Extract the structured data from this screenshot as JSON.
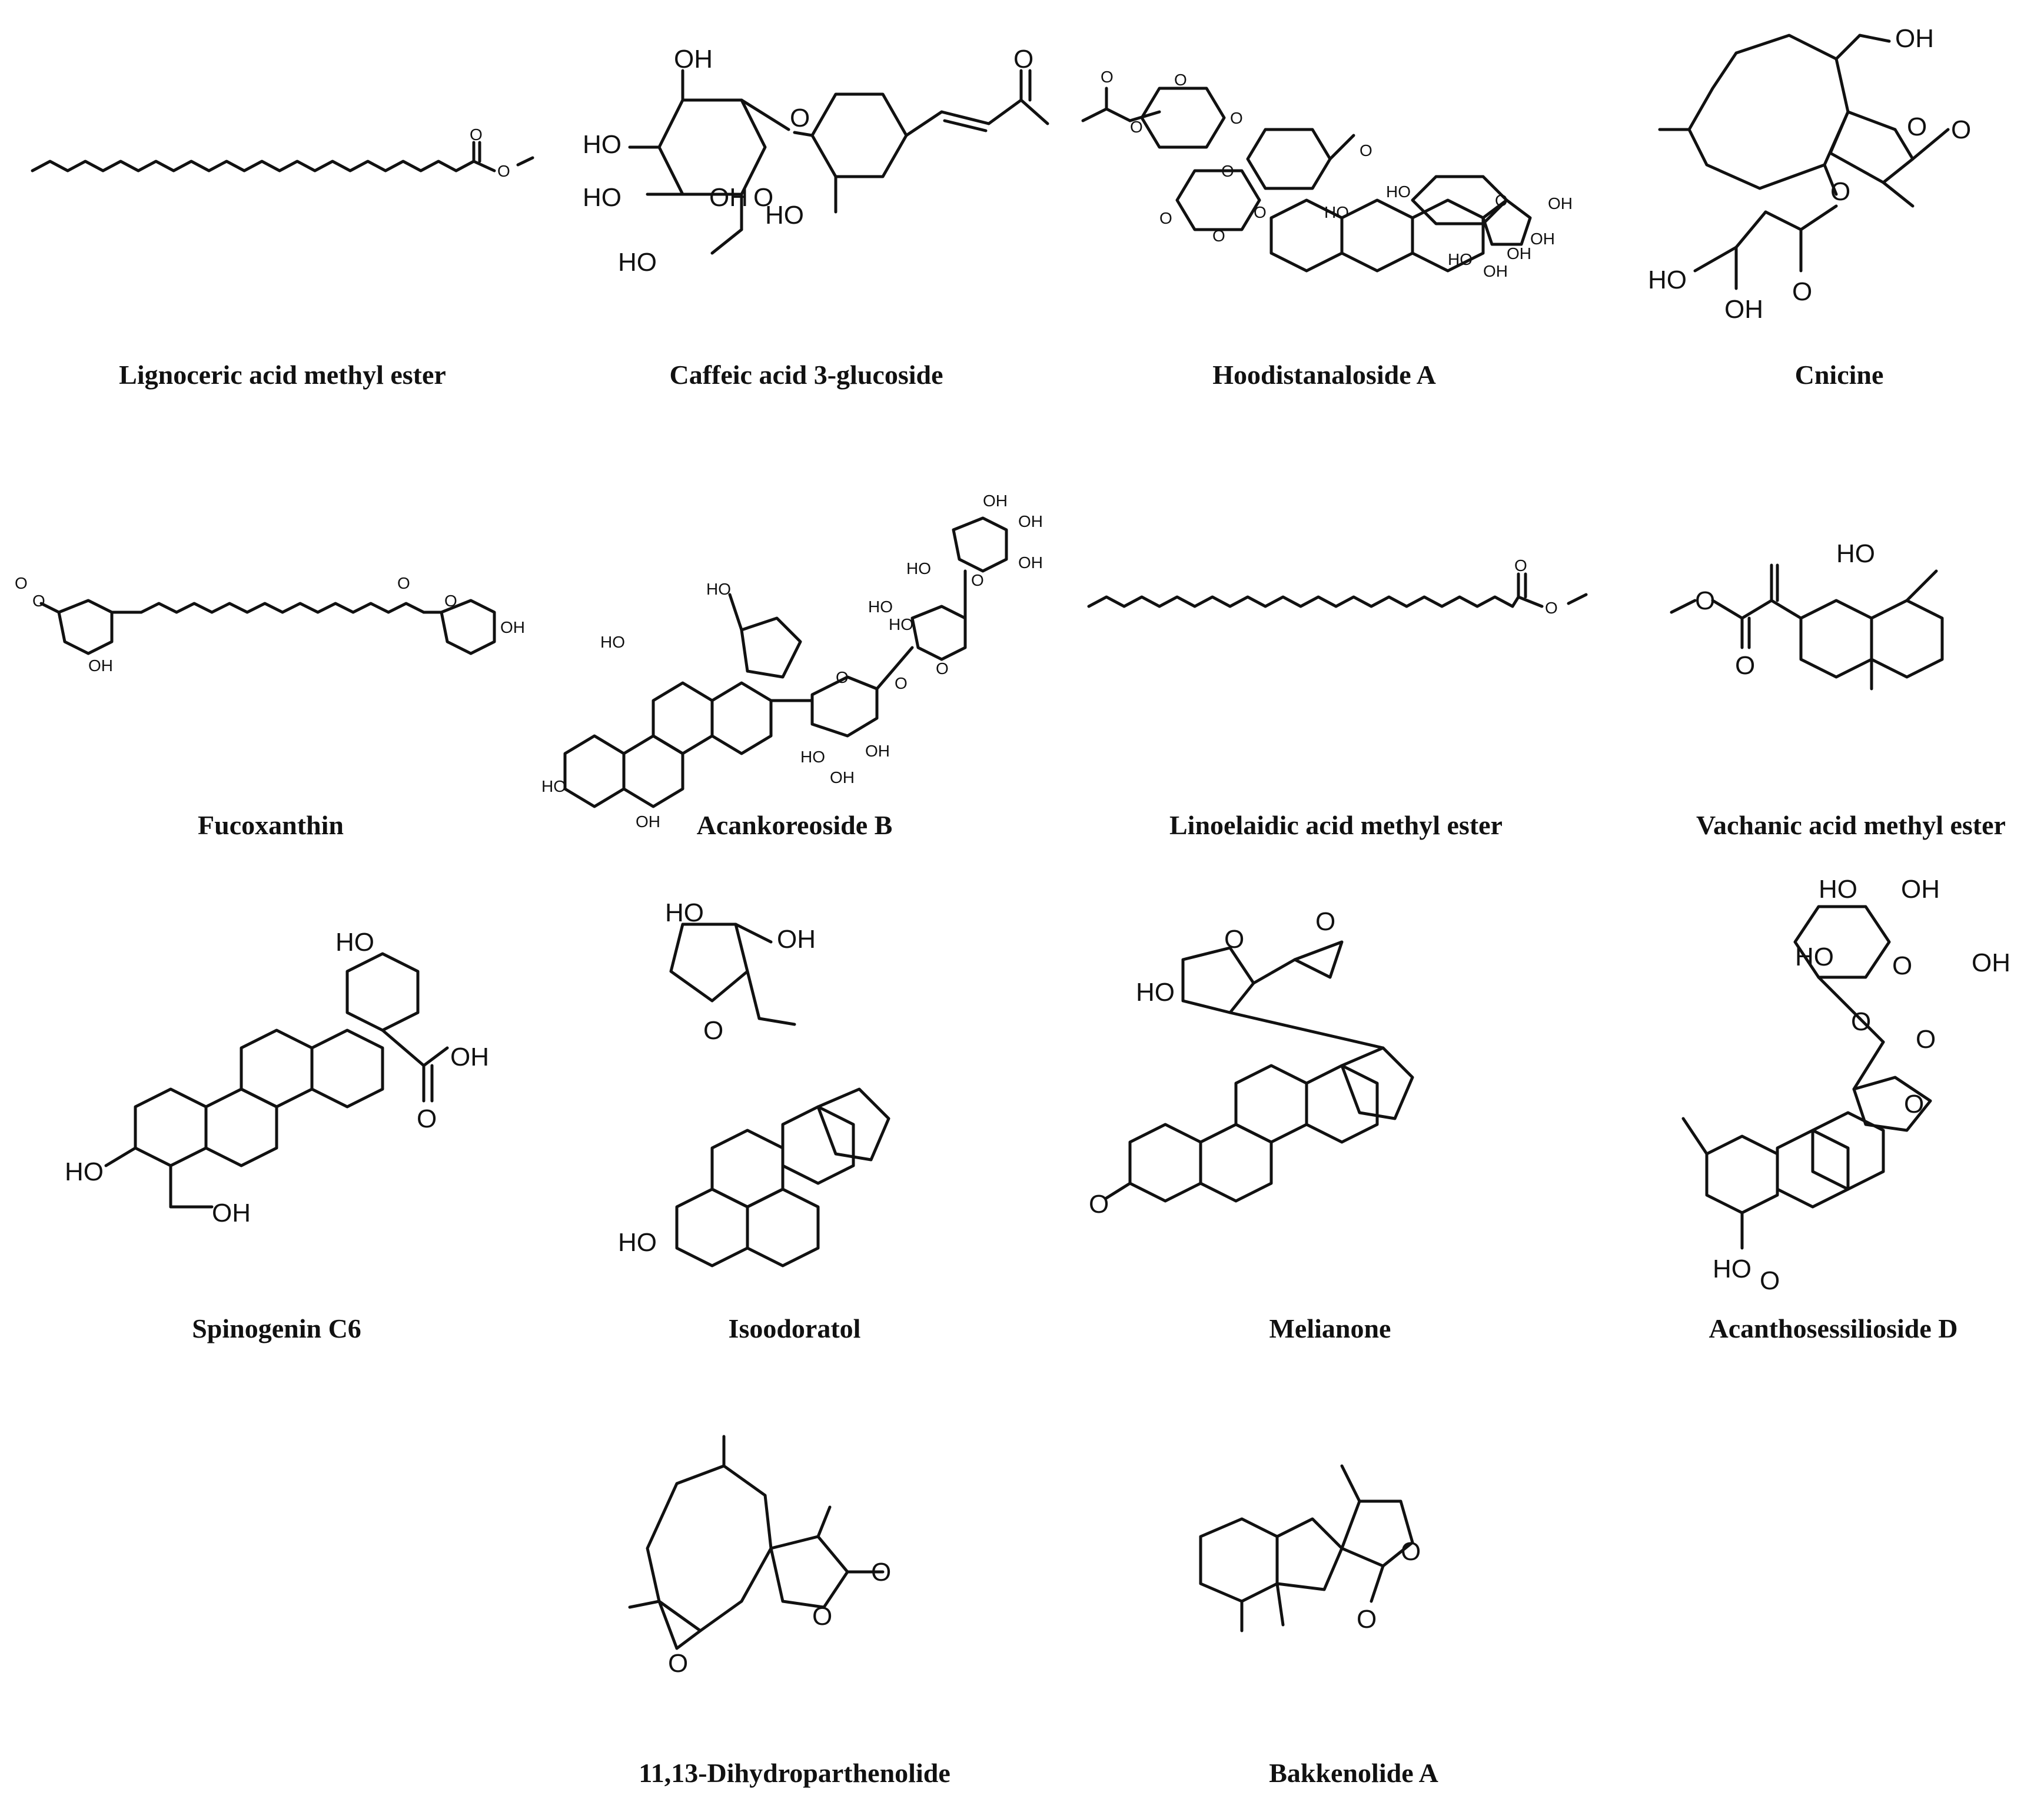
{
  "compounds": [
    {
      "name": "Lignoceric acid methyl ester",
      "atom_labels": [
        "O",
        "O"
      ]
    },
    {
      "name": "Caffeic acid 3-glucoside",
      "atom_labels": [
        "OH",
        "HO",
        "HO",
        "HO",
        "O",
        "O",
        "OH",
        "O",
        "HO"
      ]
    },
    {
      "name": "Hoodistanaloside A",
      "atom_labels": [
        "O",
        "O",
        "O",
        "O",
        "O",
        "O",
        "O",
        "O",
        "HO",
        "HO",
        "O",
        "O",
        "OH",
        "HO",
        "OH",
        "OH",
        "OH"
      ]
    },
    {
      "name": "Cnicine",
      "atom_labels": [
        "OH",
        "O",
        "O",
        "O",
        "O",
        "HO",
        "OH"
      ]
    },
    {
      "name": "Fucoxanthin",
      "atom_labels": [
        "O",
        "O",
        "OH",
        "O",
        "O",
        "OH"
      ]
    },
    {
      "name": "Acankoreoside B",
      "atom_labels": [
        "HO",
        "OH",
        "OH",
        "HO",
        "HO",
        "HO",
        "O",
        "OH",
        "O",
        "O",
        "HO",
        "O",
        "HO",
        "OH",
        "OH",
        "HO",
        "OH"
      ]
    },
    {
      "name": "Linoelaidic acid methyl ester",
      "atom_labels": [
        "O",
        "O"
      ]
    },
    {
      "name": "Vachanic acid methyl ester",
      "atom_labels": [
        "HO",
        "O",
        "O"
      ]
    },
    {
      "name": "Spinogenin C6",
      "atom_labels": [
        "HO",
        "OH",
        "O",
        "HO",
        "OH"
      ]
    },
    {
      "name": "Isoodoratol",
      "atom_labels": [
        "HO",
        "OH",
        "O",
        "HO"
      ]
    },
    {
      "name": "Melianone",
      "atom_labels": [
        "O",
        "HO",
        "O",
        "O"
      ]
    },
    {
      "name": "Acanthosessilioside D",
      "atom_labels": [
        "HO",
        "OH",
        "HO",
        "OH",
        "O",
        "O",
        "O",
        "O",
        "HO",
        "O"
      ]
    },
    {
      "name": "11,13-Dihydroparthenolide",
      "atom_labels": [
        "O",
        "O",
        "O"
      ]
    },
    {
      "name": "Bakkenolide A",
      "atom_labels": [
        "O",
        "O"
      ]
    }
  ]
}
